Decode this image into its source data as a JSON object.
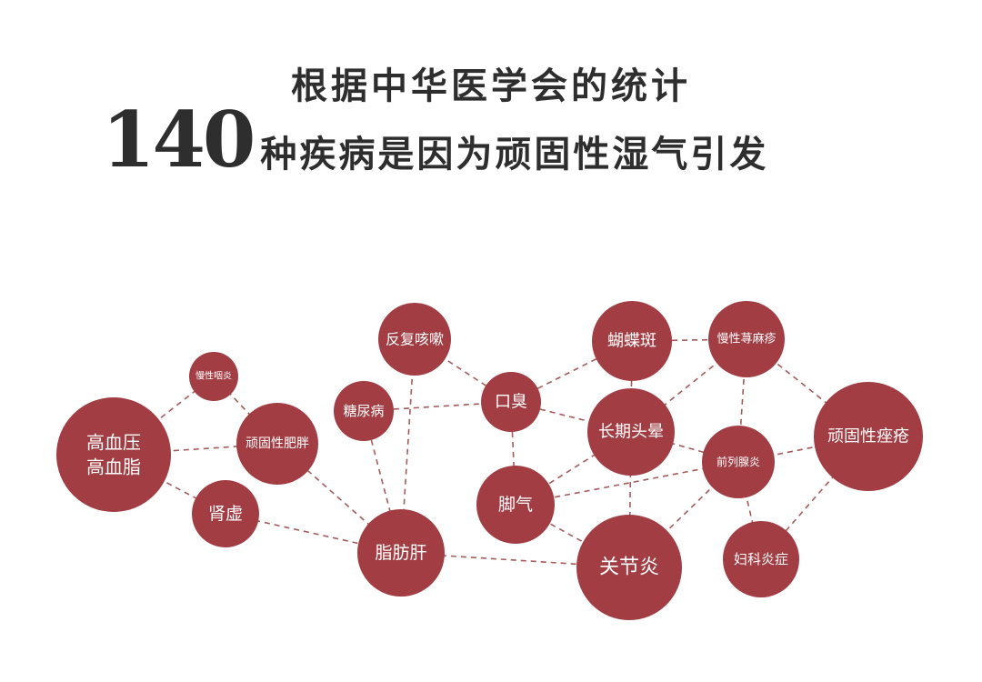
{
  "header": {
    "line1": "根据中华医学会的统计",
    "number": "140",
    "line2": "种疾病是因为顽固性湿气引发"
  },
  "colors": {
    "node": "#a13d43",
    "edge": "#a45a5a",
    "text": "#2e2e2e"
  },
  "nodes": [
    {
      "id": "gaoxueya",
      "lines": [
        "高血压",
        "高血脂"
      ]
    },
    {
      "id": "manxingyanyan",
      "lines": [
        "慢性咽炎"
      ]
    },
    {
      "id": "wangufeipang",
      "lines": [
        "顽固性肥胖"
      ]
    },
    {
      "id": "shenxu",
      "lines": [
        "肾虚"
      ]
    },
    {
      "id": "tangniaobing",
      "lines": [
        "糖尿病"
      ]
    },
    {
      "id": "fanfukesou",
      "lines": [
        "反复咳嗽"
      ]
    },
    {
      "id": "zhifanggan",
      "lines": [
        "脂肪肝"
      ]
    },
    {
      "id": "kouchou",
      "lines": [
        "口臭"
      ]
    },
    {
      "id": "jiaoqi",
      "lines": [
        "脚气"
      ]
    },
    {
      "id": "hudieban",
      "lines": [
        "蝴蝶斑"
      ]
    },
    {
      "id": "changqitouyun",
      "lines": [
        "长期头晕"
      ]
    },
    {
      "id": "guanjieyan",
      "lines": [
        "关节炎"
      ]
    },
    {
      "id": "manxingxunmazhen",
      "lines": [
        "慢性荨麻疹"
      ]
    },
    {
      "id": "qianliexianyan",
      "lines": [
        "前列腺炎"
      ]
    },
    {
      "id": "wangucuochuang",
      "lines": [
        "顽固性痤疮"
      ]
    },
    {
      "id": "fukeyanzheng",
      "lines": [
        "妇科炎症"
      ]
    }
  ],
  "edges": [
    [
      "gaoxueya",
      "manxingyanyan"
    ],
    [
      "gaoxueya",
      "wangufeipang"
    ],
    [
      "gaoxueya",
      "shenxu"
    ],
    [
      "manxingyanyan",
      "wangufeipang"
    ],
    [
      "wangufeipang",
      "zhifanggan"
    ],
    [
      "shenxu",
      "zhifanggan"
    ],
    [
      "tangniaobing",
      "zhifanggan"
    ],
    [
      "tangniaobing",
      "kouchou"
    ],
    [
      "fanfukesou",
      "kouchou"
    ],
    [
      "fanfukesou",
      "zhifanggan"
    ],
    [
      "kouchou",
      "hudieban"
    ],
    [
      "kouchou",
      "jiaoqi"
    ],
    [
      "kouchou",
      "changqitouyun"
    ],
    [
      "zhifanggan",
      "guanjieyan"
    ],
    [
      "jiaoqi",
      "guanjieyan"
    ],
    [
      "jiaoqi",
      "changqitouyun"
    ],
    [
      "jiaoqi",
      "qianliexianyan"
    ],
    [
      "hudieban",
      "manxingxunmazhen"
    ],
    [
      "hudieban",
      "changqitouyun"
    ],
    [
      "changqitouyun",
      "manxingxunmazhen"
    ],
    [
      "changqitouyun",
      "qianliexianyan"
    ],
    [
      "changqitouyun",
      "guanjieyan"
    ],
    [
      "manxingxunmazhen",
      "qianliexianyan"
    ],
    [
      "manxingxunmazhen",
      "wangucuochuang"
    ],
    [
      "qianliexianyan",
      "wangucuochuang"
    ],
    [
      "qianliexianyan",
      "guanjieyan"
    ],
    [
      "qianliexianyan",
      "fukeyanzheng"
    ],
    [
      "wangucuochuang",
      "fukeyanzheng"
    ]
  ]
}
